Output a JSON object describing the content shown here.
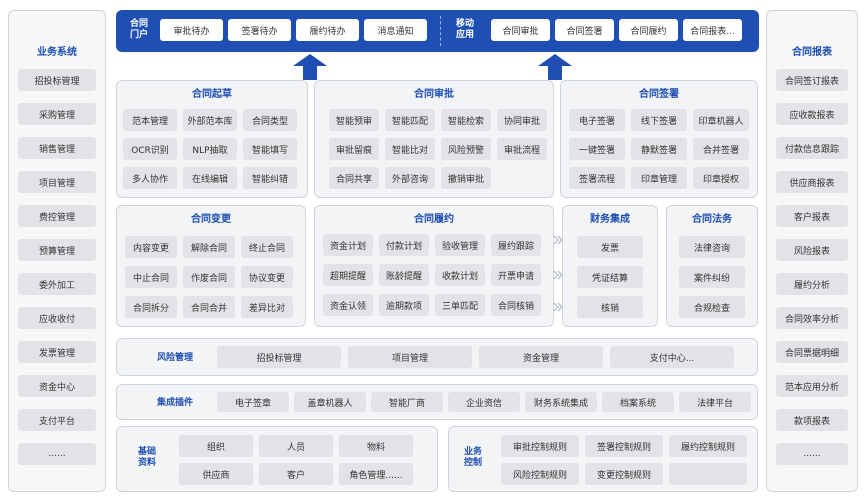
{
  "left": {
    "title": "业务系统",
    "items": [
      "招投标管理",
      "采购管理",
      "销售管理",
      "项目管理",
      "费控管理",
      "预算管理",
      "委外加工",
      "应收收付",
      "发票管理",
      "资金中心",
      "支付平台",
      "......"
    ]
  },
  "right": {
    "title": "合同报表",
    "items": [
      "合同签订报表",
      "应收款报表",
      "付款信息跟踪",
      "供应商报表",
      "客户报表",
      "风险报表",
      "履约分析",
      "合同效率分析",
      "合同票据明细",
      "范本应用分析",
      "款项报表",
      "......"
    ]
  },
  "top": {
    "portal_label": "合同门户",
    "portal_items": [
      "审批待办",
      "签署待办",
      "履约待办",
      "消息通知"
    ],
    "mobile_label": "移动应用",
    "mobile_items": [
      "合同审批",
      "合同签署",
      "合同履约",
      "合同报表..."
    ]
  },
  "draft": {
    "title": "合同起草",
    "items": [
      "范本管理",
      "外部范本库",
      "合同类型",
      "OCR识别",
      "NLP抽取",
      "智能填写",
      "多人协作",
      "在线编辑",
      "智能纠错"
    ]
  },
  "approve": {
    "title": "合同审批",
    "items": [
      "智能预审",
      "智能匹配",
      "智能检索",
      "协同审批",
      "审批留痕",
      "智能比对",
      "风险预警",
      "审批流程",
      "合同共享",
      "外部咨询",
      "撤销审批"
    ]
  },
  "sign": {
    "title": "合同签署",
    "items": [
      "电子签署",
      "线下签署",
      "印章机器人",
      "一键签署",
      "静默签署",
      "合并签署",
      "签署流程",
      "印章管理",
      "印章授权"
    ]
  },
  "change": {
    "title": "合同变更",
    "items": [
      "内容变更",
      "解除合同",
      "终止合同",
      "中止合同",
      "作废合同",
      "协议变更",
      "合同拆分",
      "合同合并",
      "差异比对"
    ]
  },
  "perform": {
    "title": "合同履约",
    "items": [
      "资金计划",
      "付款计划",
      "验收管理",
      "履约跟踪",
      "超期提醒",
      "账龄提醒",
      "收款计划",
      "开票申请",
      "资金认领",
      "逾期款项",
      "三单匹配",
      "合同核销"
    ]
  },
  "finance": {
    "title": "财务集成",
    "items": [
      "发票",
      "凭证结算",
      "核销"
    ]
  },
  "legal": {
    "title": "合同法务",
    "items": [
      "法律咨询",
      "案件纠纷",
      "合规检查"
    ]
  },
  "risk": {
    "title": "风险管理",
    "items": [
      "招投标管理",
      "项目管理",
      "资金管理",
      "支付中心..."
    ]
  },
  "plugin": {
    "title": "集成插件",
    "items": [
      "电子签章",
      "盖章机器人",
      "智能厂商",
      "企业资信",
      "财务系统集成",
      "档案系统",
      "法律平台"
    ]
  },
  "basic": {
    "title": "基础资料",
    "items": [
      "组织",
      "人员",
      "物料",
      "供应商",
      "客户",
      "角色管理......"
    ]
  },
  "bizctl": {
    "title": "业务控制",
    "items": [
      "审批控制规则",
      "签署控制规则",
      "履约控制规则",
      "风险控制规则",
      "变更控制规则",
      ""
    ]
  },
  "colors": {
    "accent": "#1f4fb2",
    "cell": "#e2e3e6",
    "panel": "#f3f4f6"
  }
}
